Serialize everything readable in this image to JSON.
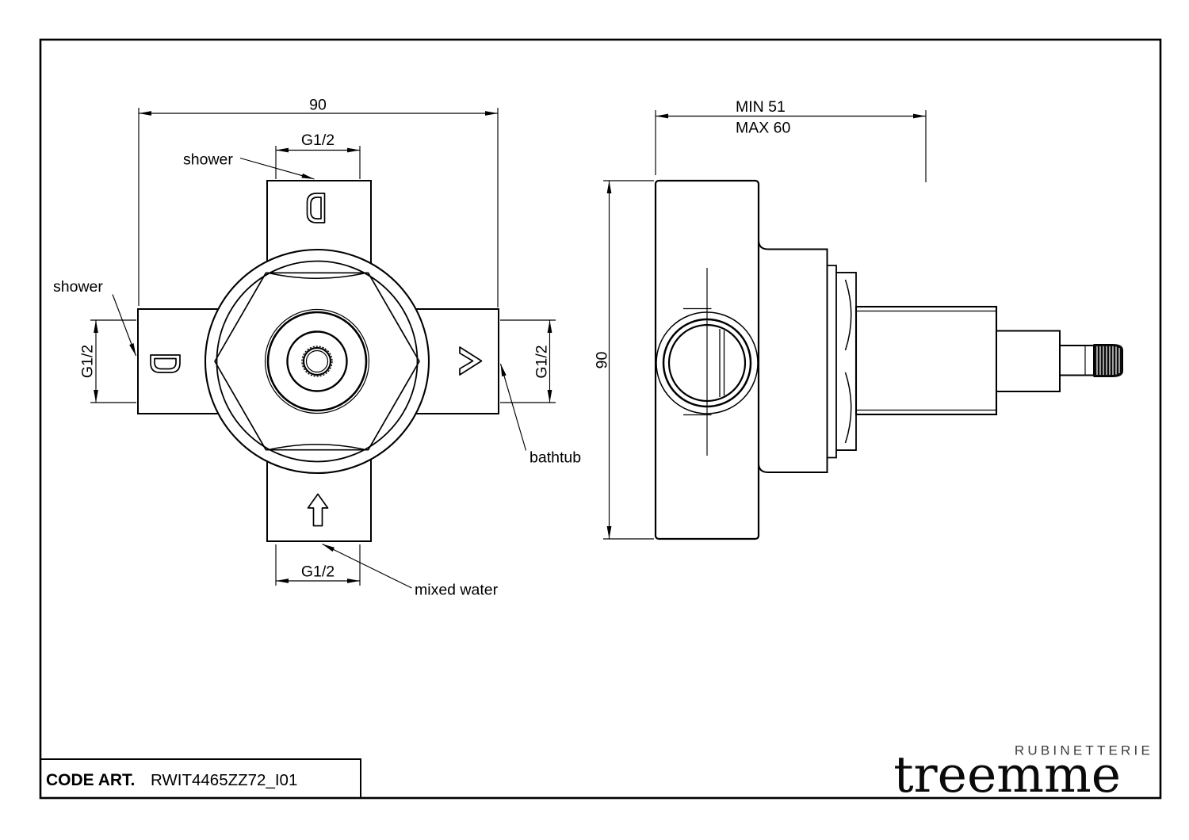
{
  "colors": {
    "line": "#000000",
    "background": "#ffffff",
    "knurl_fill": "#0d0d0d",
    "brand_gray": "#3d3d3d"
  },
  "front_view": {
    "dim_width": "90",
    "dim_thread_top": "G1/2",
    "dim_thread_bottom": "G1/2",
    "dim_thread_left": "G1/2",
    "dim_thread_right": "G1/2",
    "label_shower_top": "shower",
    "label_shower_left": "shower",
    "label_bathtub": "bathtub",
    "label_mixed_water": "mixed water",
    "icons": {
      "shower_port": "d-slot-icon",
      "bathtub_port": "chevron-right-icon",
      "mixed_water_port": "up-arrow-icon"
    }
  },
  "side_view": {
    "dim_depth_min": "MIN 51",
    "dim_depth_max": "MAX 60",
    "dim_height": "90"
  },
  "title_block": {
    "code_label": "CODE ART.",
    "code_value": "RWIT4465ZZ72_I01"
  },
  "brand": {
    "line1": "RUBINETTERIE",
    "line2": "treemme"
  }
}
